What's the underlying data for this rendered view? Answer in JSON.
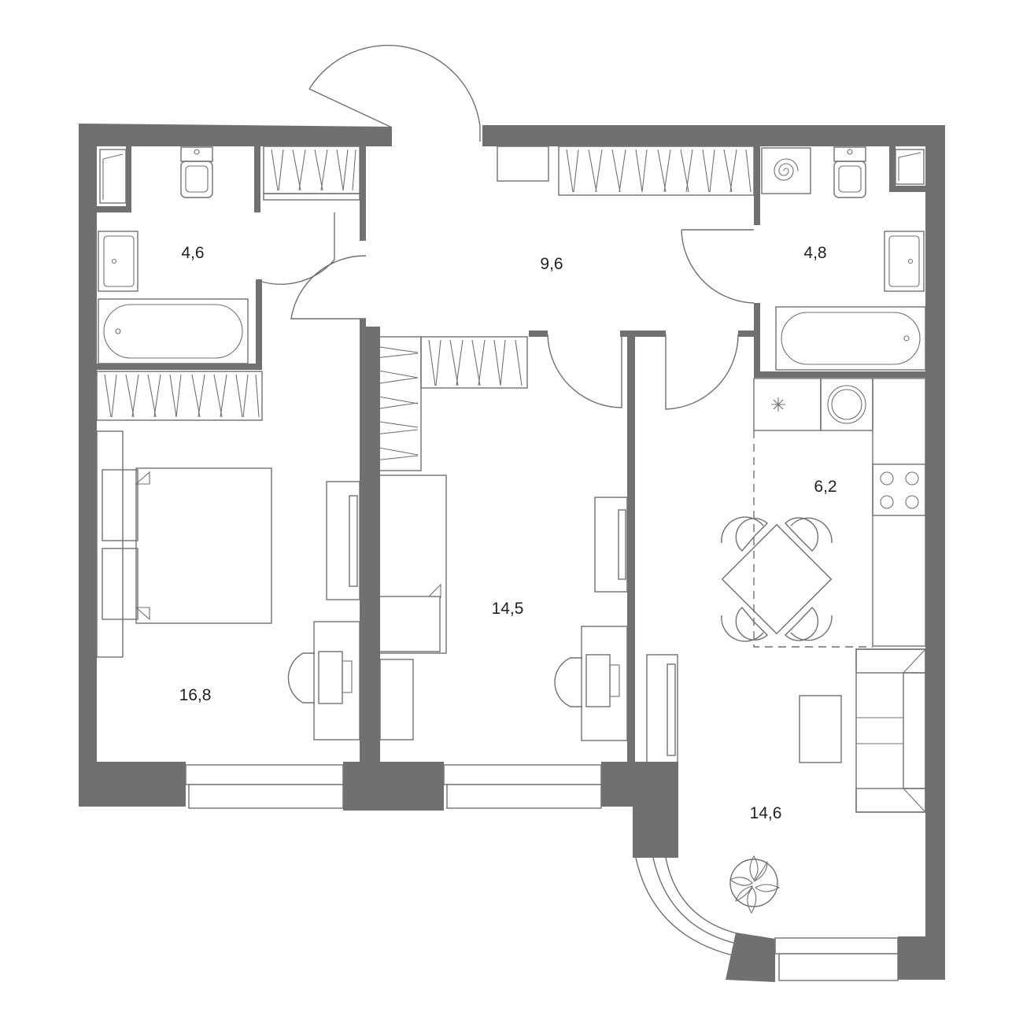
{
  "colors": {
    "wall": "#6f716f",
    "background": "#ffffff",
    "text": "#222222"
  },
  "rooms": [
    {
      "id": "bathroom-left",
      "area": "4,6"
    },
    {
      "id": "hallway",
      "area": "9,6"
    },
    {
      "id": "bathroom-right",
      "area": "4,8"
    },
    {
      "id": "bedroom-left",
      "area": "16,8"
    },
    {
      "id": "bedroom-middle",
      "area": "14,5"
    },
    {
      "id": "kitchen",
      "area": "6,2"
    },
    {
      "id": "living-room",
      "area": "14,6"
    }
  ],
  "icons": [
    "toilet-icon",
    "sink-icon",
    "bathtub-icon",
    "wardrobe-icon",
    "bed-icon",
    "desk-icon",
    "chair-icon",
    "tv-icon",
    "washing-machine-icon",
    "fridge-icon",
    "stove-icon",
    "dining-table-icon",
    "sofa-icon",
    "plant-icon",
    "door-swing-icon",
    "window-icon"
  ]
}
